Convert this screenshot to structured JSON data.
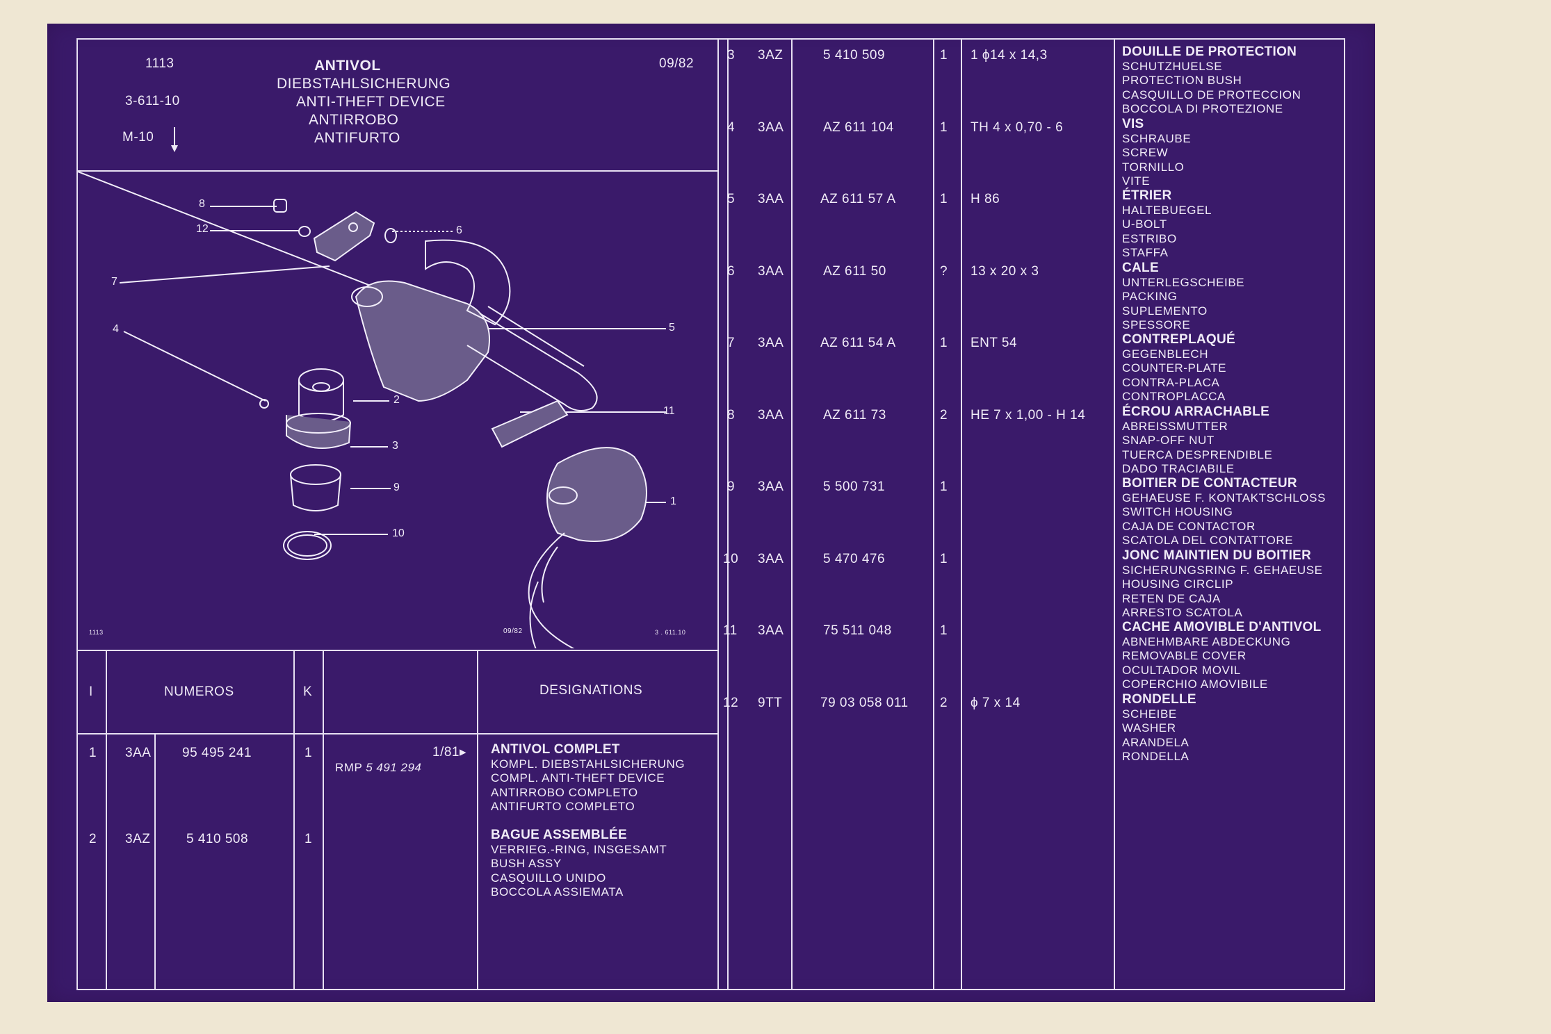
{
  "header": {
    "page_no": "1113",
    "ref": "3-611-10",
    "model": "M-10",
    "date": "09/82",
    "titles": [
      "ANTIVOL",
      "DIEBSTAHLSICHERUNG",
      "ANTI-THEFT DEVICE",
      "ANTIRROBO",
      "ANTIFURTO"
    ]
  },
  "drawing": {
    "footer_left": "1113",
    "footer_mid": "09/82",
    "footer_right": "3 . 611.10",
    "callouts": [
      "8",
      "12",
      "6",
      "7",
      "4",
      "5",
      "2",
      "3",
      "11",
      "9",
      "1",
      "10"
    ]
  },
  "table_header": {
    "col_i": "I",
    "col_numeros": "NUMEROS",
    "col_k": "K",
    "col_designations": "DESIGNATIONS"
  },
  "left_rows": [
    {
      "i": "1",
      "code": "3AA",
      "number": "95 495 241",
      "k": "1",
      "note": "RMP",
      "note_num": "5 491 294",
      "date_mark": "1/81▸",
      "title": "ANTIVOL COMPLET",
      "names": [
        "KOMPL. DIEBSTAHLSICHERUNG",
        "COMPL. ANTI-THEFT DEVICE",
        "ANTIRROBO COMPLETO",
        "ANTIFURTO COMPLETO"
      ]
    },
    {
      "i": "2",
      "code": "3AZ",
      "number": "5 410 508",
      "k": "1",
      "title": "BAGUE ASSEMBLÉE",
      "names": [
        "VERRIEG.-RING, INSGESAMT",
        "BUSH ASSY",
        "CASQUILLO UNIDO",
        "BOCCOLA ASSIEMATA"
      ]
    }
  ],
  "right_rows": [
    {
      "i": "3",
      "code": "3AZ",
      "number": "5 410 509",
      "k": "1",
      "spec": "1  ϕ14 x 14,3",
      "title": "DOUILLE DE PROTECTION",
      "names": [
        "SCHUTZHUELSE",
        "PROTECTION BUSH",
        "CASQUILLO DE PROTECCION",
        "BOCCOLA DI PROTEZIONE"
      ]
    },
    {
      "i": "4",
      "code": "3AA",
      "number": "AZ 611 104",
      "k": "1",
      "spec": "TH 4 x 0,70 - 6",
      "title": "VIS",
      "names": [
        "SCHRAUBE",
        "SCREW",
        "TORNILLO",
        "VITE"
      ]
    },
    {
      "i": "5",
      "code": "3AA",
      "number": "AZ 611   57  A",
      "k": "1",
      "spec": "H 86",
      "title": "ÉTRIER",
      "names": [
        "HALTEBUEGEL",
        "U-BOLT",
        "ESTRIBO",
        "STAFFA"
      ]
    },
    {
      "i": "6",
      "code": "3AA",
      "number": "AZ 611   50",
      "k": "?",
      "spec": "13 x 20 x 3",
      "title": "CALE",
      "names": [
        "UNTERLEGSCHEIBE",
        "PACKING",
        "SUPLEMENTO",
        "SPESSORE"
      ]
    },
    {
      "i": "7",
      "code": "3AA",
      "number": "AZ 611   54  A",
      "k": "1",
      "spec": "ENT   54",
      "title": "CONTREPLAQUÉ",
      "names": [
        "GEGENBLECH",
        "COUNTER-PLATE",
        "CONTRA-PLACA",
        "CONTROPLACCA"
      ]
    },
    {
      "i": "8",
      "code": "3AA",
      "number": "AZ 611   73",
      "k": "2",
      "spec": "HE 7 x 1,00 - H 14",
      "title": "ÉCROU ARRACHABLE",
      "names": [
        "ABREISSMUTTER",
        "SNAP-OFF NUT",
        "TUERCA DESPRENDIBLE",
        "DADO TRACIABILE"
      ]
    },
    {
      "i": "9",
      "code": "3AA",
      "number": "5 500 731",
      "k": "1",
      "spec": "",
      "title": "BOITIER DE CONTACTEUR",
      "names": [
        "GEHAEUSE F. KONTAKTSCHLOSS",
        "SWITCH HOUSING",
        "CAJA DE CONTACTOR",
        "SCATOLA DEL CONTATTORE"
      ]
    },
    {
      "i": "10",
      "code": "3AA",
      "number": "5 470 476",
      "k": "1",
      "spec": "",
      "title": "JONC MAINTIEN DU BOITIER",
      "names": [
        "SICHERUNGSRING F. GEHAEUSE",
        "HOUSING CIRCLIP",
        "RETEN DE CAJA",
        "ARRESTO SCATOLA"
      ]
    },
    {
      "i": "11",
      "code": "3AA",
      "number": "75 511 048",
      "k": "1",
      "spec": "",
      "title": "CACHE AMOVIBLE D'ANTIVOL",
      "names": [
        "ABNEHMBARE ABDECKUNG",
        "REMOVABLE COVER",
        "OCULTADOR MOVIL",
        "COPERCHIO AMOVIBILE"
      ]
    },
    {
      "i": "12",
      "code": "9TT",
      "number": "79 03 058 011",
      "k": "2",
      "spec": "ϕ  7 x 14",
      "title": "RONDELLE",
      "names": [
        "SCHEIBE",
        "WASHER",
        "ARANDELA",
        "RONDELLA"
      ]
    }
  ]
}
